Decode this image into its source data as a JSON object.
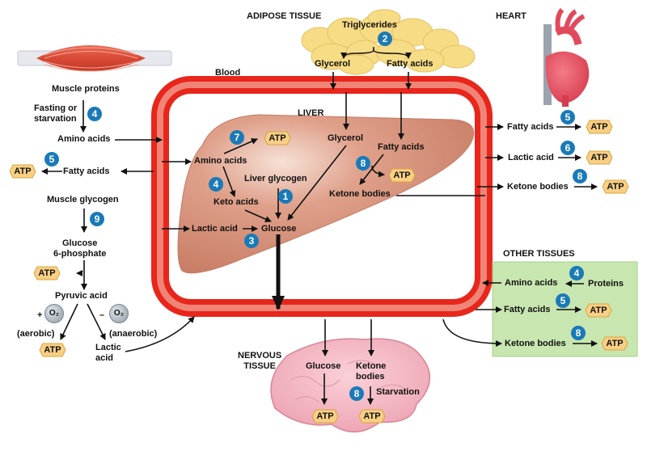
{
  "headers": {
    "adipose": "ADIPOSE TISSUE",
    "heart": "HEART",
    "blood": "Blood",
    "liver": "LIVER",
    "other_tissues": "OTHER TISSUES",
    "nervous": "NERVOUS\nTISSUE"
  },
  "muscle": {
    "proteins": "Muscle proteins",
    "fasting": "Fasting or\nstarvation",
    "amino_acids": "Amino acids",
    "fatty_acids": "Fatty acids",
    "glycogen": "Muscle glycogen",
    "g6p": "Glucose\n6-phosphate",
    "pyruvic": "Pyruvic acid",
    "plus_o2": "+",
    "minus_o2": "–",
    "o2": "O₂",
    "aerobic": "(aerobic)",
    "anaerobic": "(anaerobic)",
    "lactic": "Lactic\nacid"
  },
  "adipose": {
    "triglycerides": "Triglycerides",
    "glycerol": "Glycerol",
    "fatty_acids": "Fatty acids"
  },
  "liver": {
    "amino_acids": "Amino acids",
    "keto_acids": "Keto acids",
    "liver_glycogen": "Liver glycogen",
    "glycerol": "Glycerol",
    "fatty_acids": "Fatty acids",
    "ketone_bodies": "Ketone bodies",
    "lactic_acid": "Lactic acid",
    "glucose": "Glucose"
  },
  "heart": {
    "fatty_acids": "Fatty acids",
    "lactic_acid": "Lactic acid",
    "ketone_bodies": "Ketone bodies"
  },
  "other": {
    "amino_acids": "Amino acids",
    "proteins": "Proteins",
    "fatty_acids": "Fatty acids",
    "ketone_bodies": "Ketone bodies"
  },
  "nervous": {
    "glucose": "Glucose",
    "ketone_bodies": "Ketone\nbodies",
    "starvation": "Starvation"
  },
  "atp_label": "ATP",
  "badges": {
    "muscle_fasting": "4",
    "muscle_fatty": "5",
    "muscle_glycogen": "9",
    "adipose": "2",
    "liver_amino_atp": "7",
    "liver_keto": "4",
    "liver_glycogen": "1",
    "liver_glucose": "3",
    "liver_ketone": "8",
    "heart_fatty": "5",
    "heart_lactic": "6",
    "heart_ketone": "8",
    "other_amino": "4",
    "other_fatty": "5",
    "other_ketone": "8",
    "nervous_ketone": "8"
  },
  "colors": {
    "vessel": "#e8261c",
    "liver": "#d9957f",
    "badge": "#1a7ab8",
    "atp_fill": "#f8cf85",
    "other_box": "#c8e6b0",
    "fat": "#f7dc86",
    "brain": "#f4b6c2"
  }
}
